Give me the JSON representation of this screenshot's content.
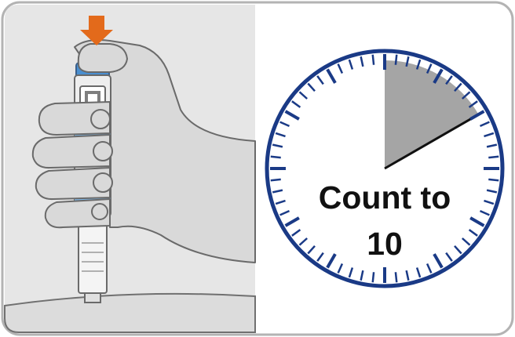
{
  "instruction": {
    "line1": "Count to",
    "line2": "10"
  },
  "timer": {
    "shaded_fraction_start": 0.0,
    "shaded_fraction_end": 0.1667,
    "tick_count": 60,
    "major_every": 5
  },
  "colors": {
    "frame_border": "#b0b0b0",
    "panel_background": "#e3e3e3",
    "skin_outline": "#6a6a6a",
    "clock_ring": "#1a3a86",
    "clock_shade": "#a5a5a5",
    "arrow": "#e36a1b",
    "pen_accent": "#5aa0d8"
  },
  "icons": {
    "press_arrow": "down-arrow-icon",
    "pen": "injection-pen-icon",
    "timer": "clock-timer-icon"
  }
}
